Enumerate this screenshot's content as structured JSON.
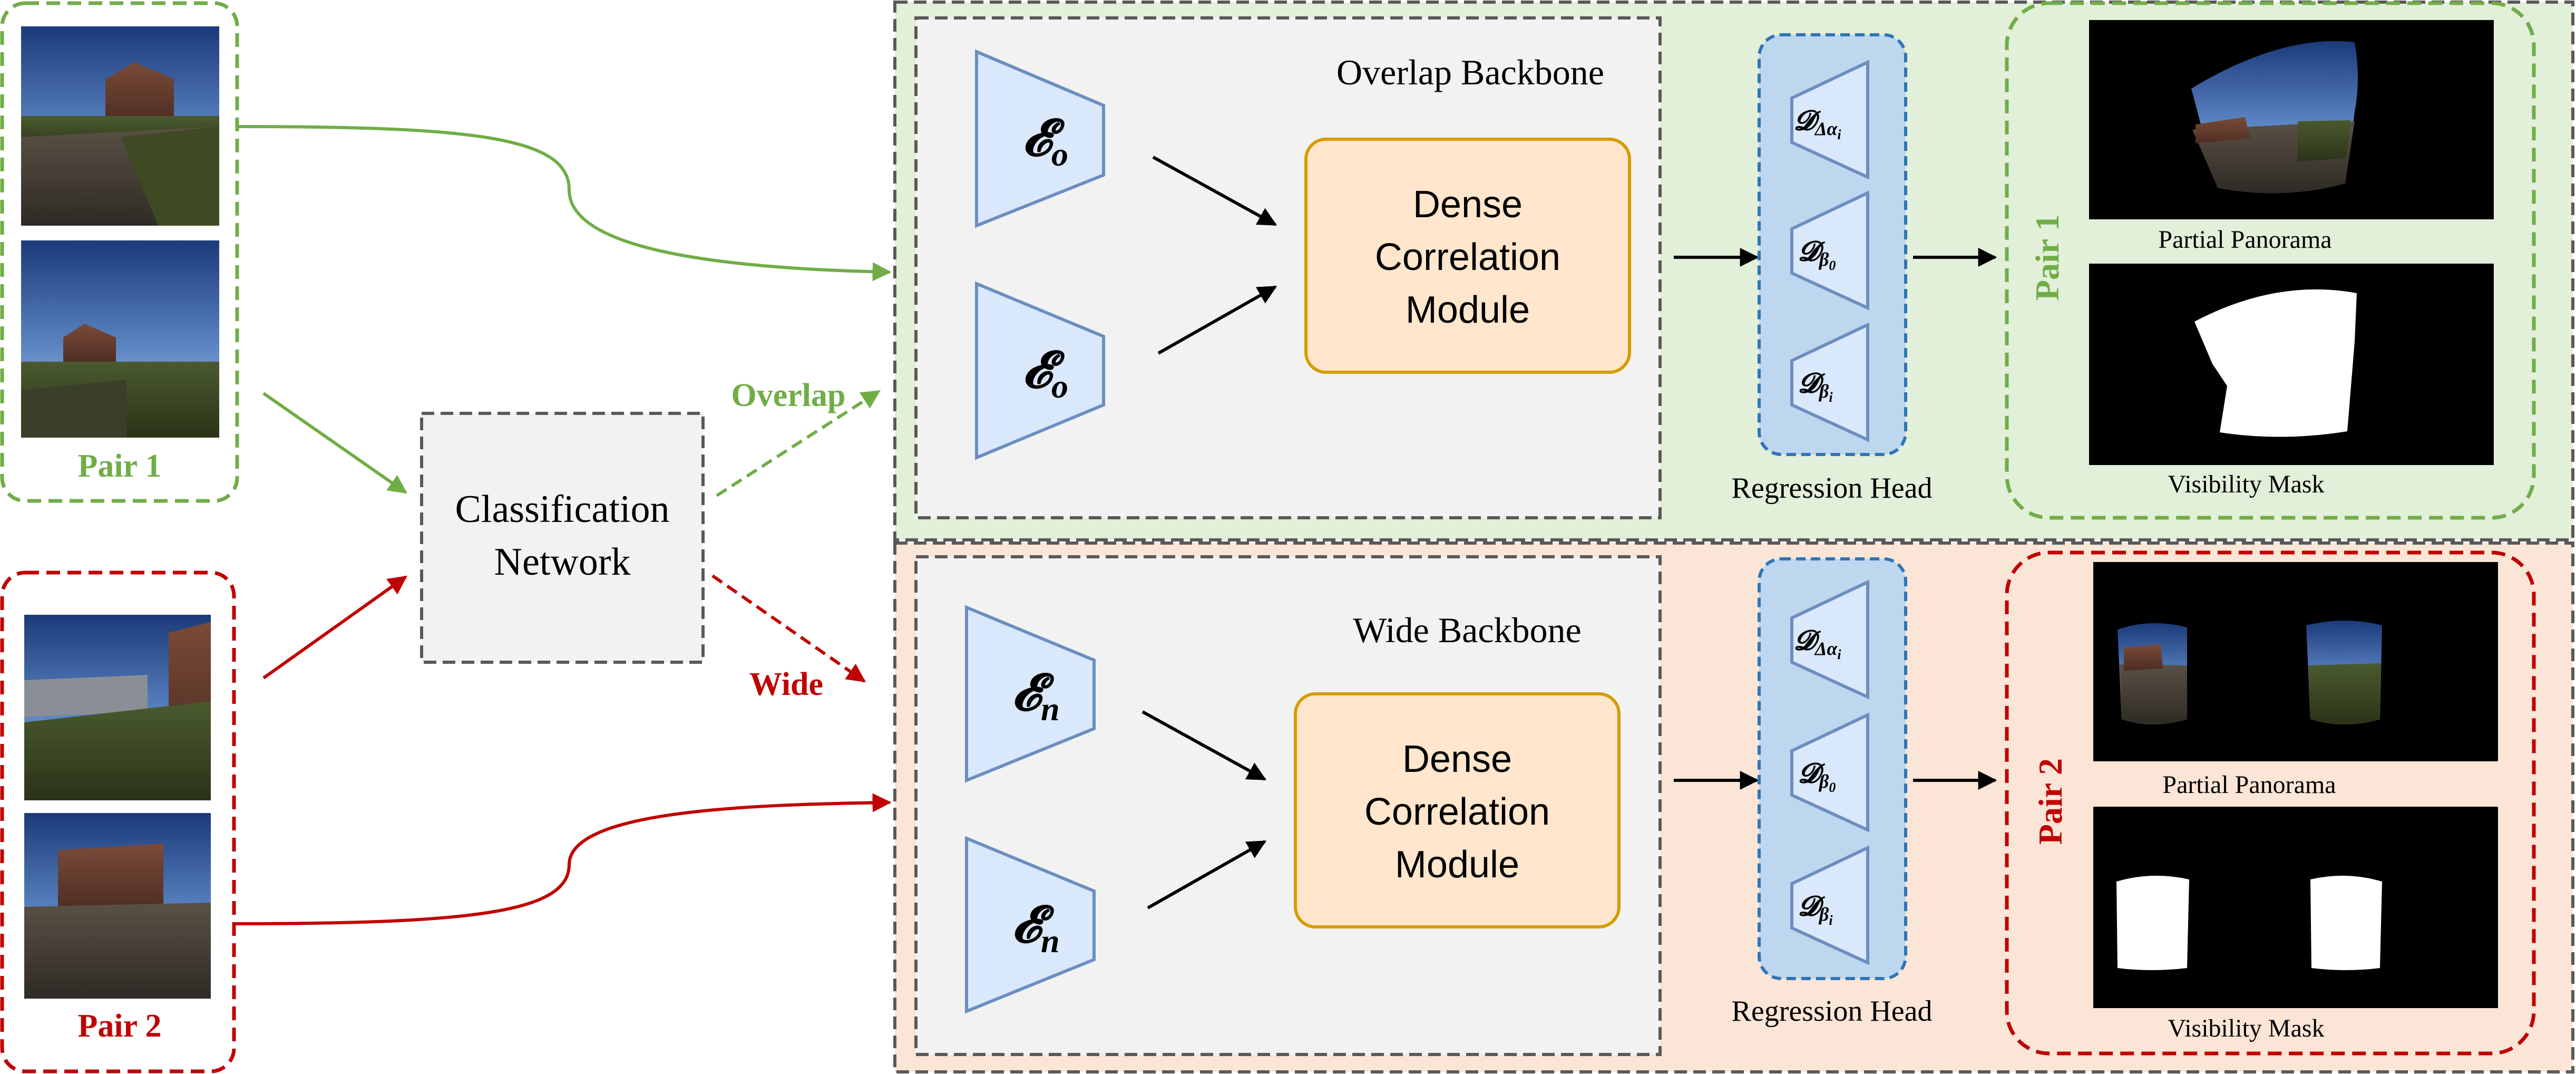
{
  "colors": {
    "green": "#70ad47",
    "red": "#c00000",
    "overlap_bg": "#e2efd9",
    "wide_bg": "#fbe5d6",
    "backbone_bg": "#f2f2f2",
    "encoder_fill": "#dae8fc",
    "encoder_stroke": "#6c8ebf",
    "module_fill": "#ffe6cc",
    "module_stroke": "#d79b00",
    "head_fill": "#bdd7ee",
    "head_stroke": "#2e75b6"
  },
  "inputs": {
    "pair1_label": "Pair 1",
    "pair2_label": "Pair 2"
  },
  "classifier": {
    "label_line1": "Classification",
    "label_line2": "Network",
    "overlap_label": "Overlap",
    "wide_label": "Wide"
  },
  "overlap_branch": {
    "backbone_title": "Overlap Backbone",
    "encoder_symbol": "𝓔",
    "encoder_sub": "o",
    "module_line1": "Dense",
    "module_line2": "Correlation",
    "module_line3": "Module",
    "head_label": "Regression Head",
    "decoder_symbol": "𝓓",
    "decoder_subs": [
      "Δα",
      "β",
      "β"
    ],
    "decoder_subsubs": [
      "i",
      "0",
      "i"
    ],
    "output_pair_label": "Pair 1",
    "panorama_label": "Partial Panorama",
    "mask_label": "Visibility Mask"
  },
  "wide_branch": {
    "backbone_title": "Wide Backbone",
    "encoder_symbol": "𝓔",
    "encoder_sub": "n",
    "module_line1": "Dense",
    "module_line2": "Correlation",
    "module_line3": "Module",
    "head_label": "Regression Head",
    "decoder_symbol": "𝓓",
    "decoder_subs": [
      "Δα",
      "β",
      "β"
    ],
    "decoder_subsubs": [
      "i",
      "0",
      "i"
    ],
    "output_pair_label": "Pair 2",
    "panorama_label": "Partial Panorama",
    "mask_label": "Visibility Mask"
  }
}
